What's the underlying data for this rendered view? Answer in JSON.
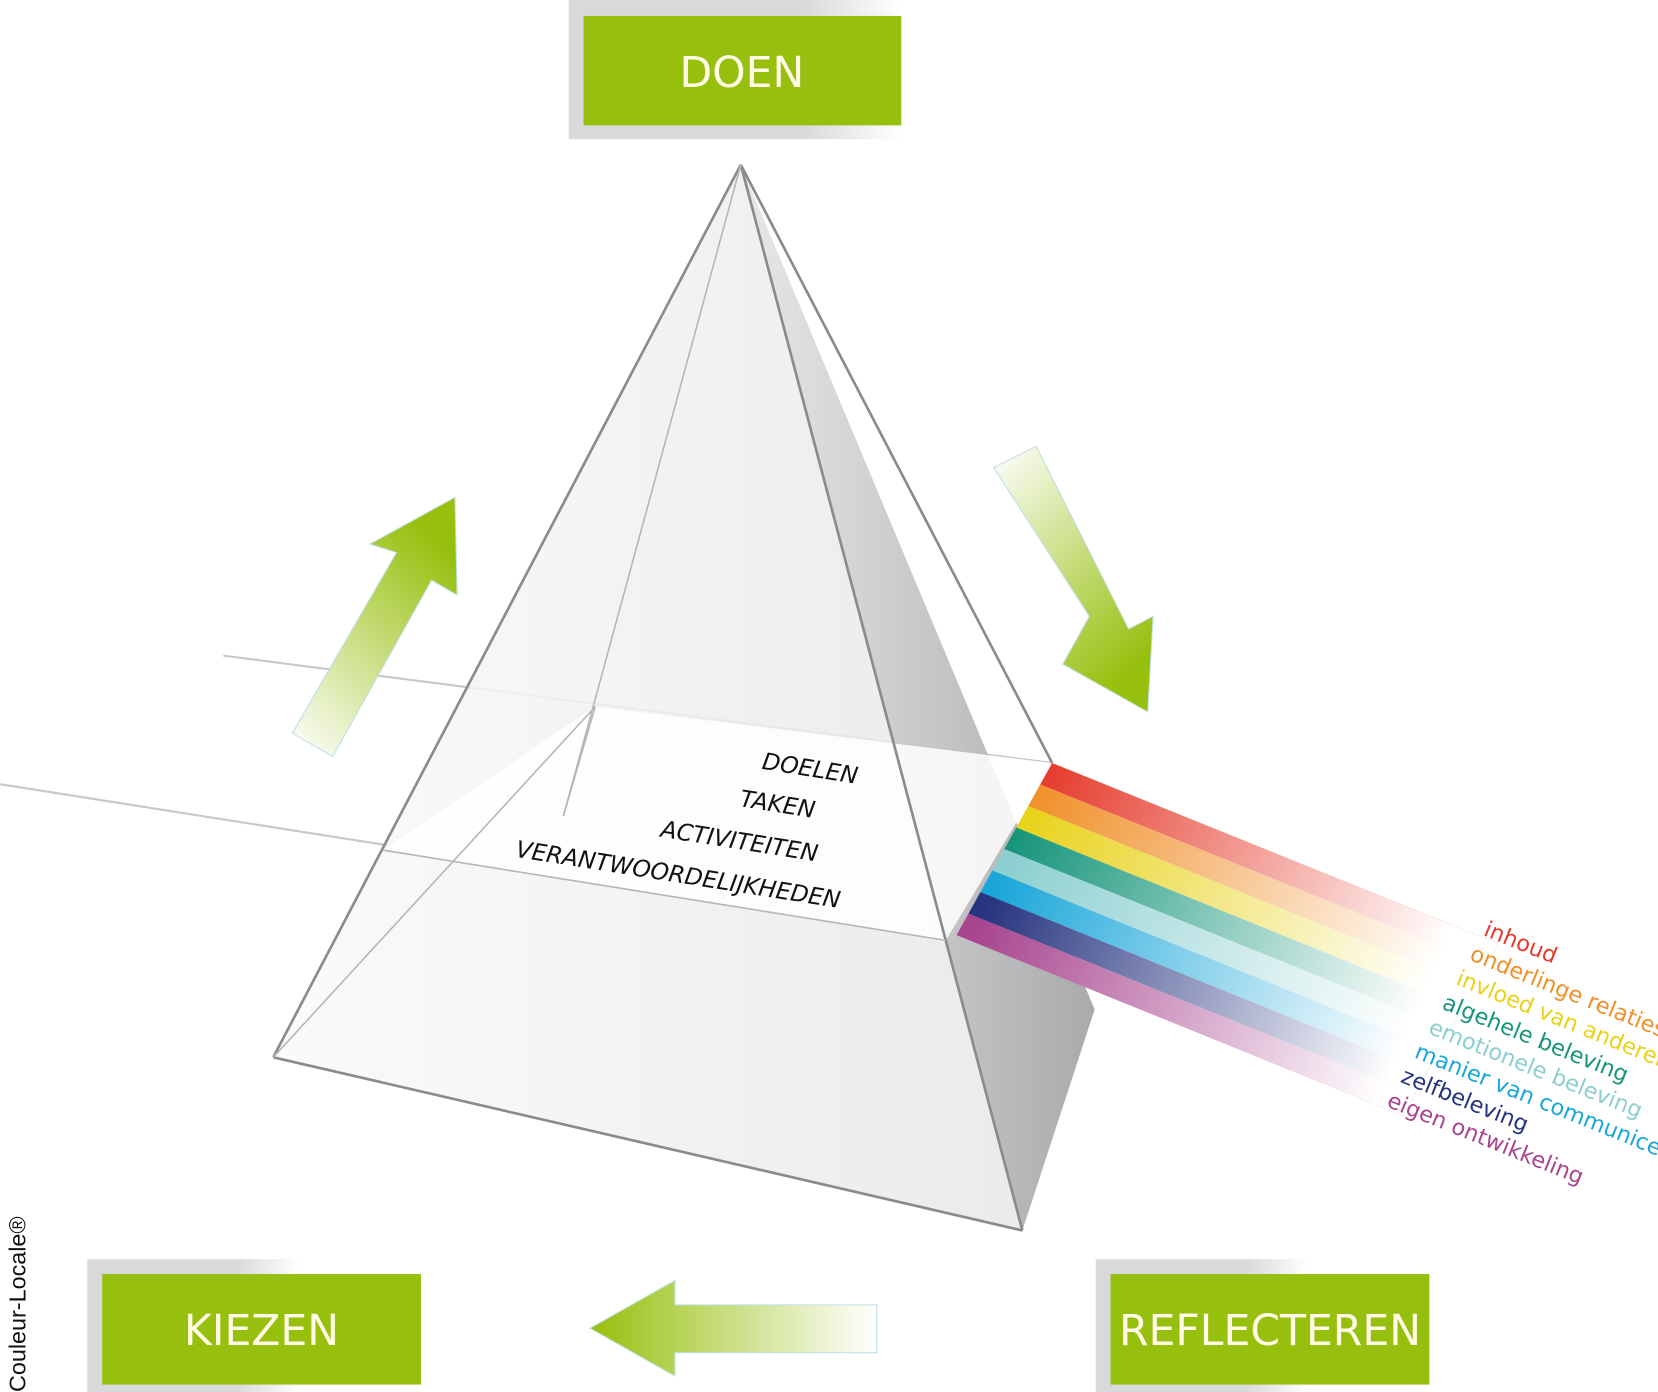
{
  "boxes": {
    "top": "DOEN",
    "left": "KIEZEN",
    "right": "REFLECTEREN"
  },
  "pyramid_levels": [
    "DOELEN",
    "TAKEN",
    "ACTIVITEITEN",
    "VERANTWOORDELIJKHEDEN"
  ],
  "spectrum": [
    {
      "label": "inhoud",
      "color": "#e53a2b"
    },
    {
      "label": "onderlinge relaties",
      "color": "#f0902a"
    },
    {
      "label": "invloed van anderen",
      "color": "#e8d21a"
    },
    {
      "label": "algehele beleving",
      "color": "#17957a"
    },
    {
      "label": "emotionele beleving",
      "color": "#8ccfd0"
    },
    {
      "label": "manier van communiceren",
      "color": "#1aa6d9"
    },
    {
      "label": "zelfbeleving",
      "color": "#27347f"
    },
    {
      "label": "eigen ontwikkeling",
      "color": "#a8458f"
    }
  ],
  "brand": "Couleur-Locale®",
  "accent": "#97bf0d"
}
